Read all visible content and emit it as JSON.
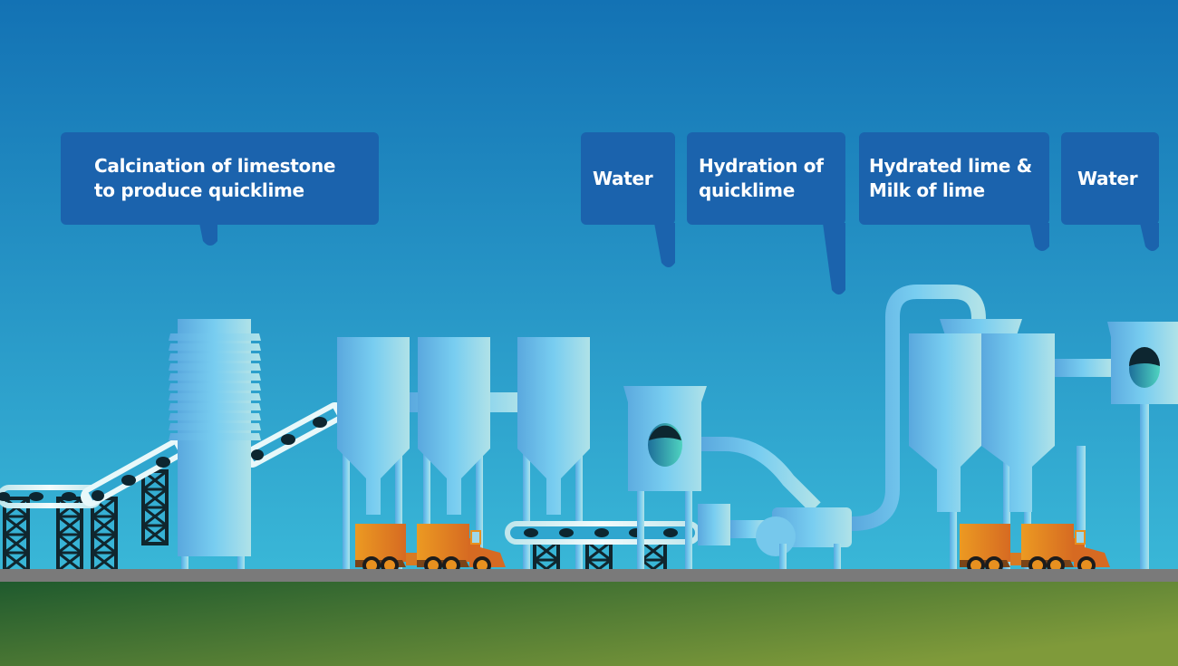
{
  "callouts": [
    {
      "lines": [
        "Calcination of limestone",
        "to produce quicklime"
      ]
    },
    {
      "lines": [
        "Water"
      ]
    },
    {
      "lines": [
        "Hydration of",
        "quicklime"
      ]
    },
    {
      "lines": [
        "Hydrated lime &",
        "Milk of lime"
      ]
    },
    {
      "lines": [
        "Water"
      ]
    }
  ],
  "colors": {
    "sky_top": "#1372b4",
    "sky_bottom": "#3ab8d8",
    "callout": "#1b63ad",
    "road": "#7a7a7a",
    "truck": "#e8901f",
    "grass_dark": "#1f5a2e",
    "grass_light": "#7f9a3a"
  }
}
